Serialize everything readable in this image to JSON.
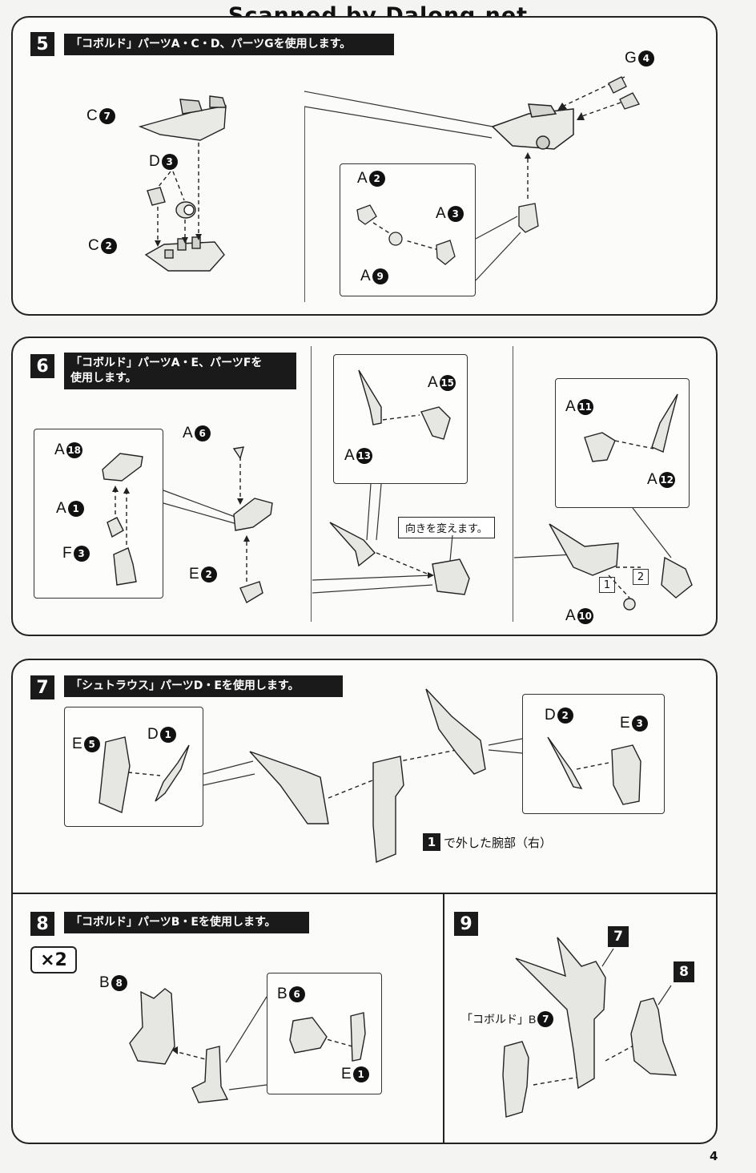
{
  "watermark": "Scanned by Dalong.net",
  "page_number": "4",
  "step5": {
    "number": "5",
    "instruction": "「コボルド」パーツA・C・D、パーツGを使用します。",
    "labels": {
      "c7": {
        "letter": "C",
        "num": "7"
      },
      "d3": {
        "letter": "D",
        "num": "3"
      },
      "c2": {
        "letter": "C",
        "num": "2"
      },
      "g4": {
        "letter": "G",
        "num": "4"
      },
      "a2": {
        "letter": "A",
        "num": "2"
      },
      "a3": {
        "letter": "A",
        "num": "3"
      },
      "a9": {
        "letter": "A",
        "num": "9"
      }
    }
  },
  "step6": {
    "number": "6",
    "instruction_line1": "「コボルド」パーツA・E、パーツFを",
    "instruction_line2": "使用します。",
    "note": "向きを変えます。",
    "box1": "1",
    "box2": "2",
    "labels": {
      "a18": {
        "letter": "A",
        "num": "18"
      },
      "a1": {
        "letter": "A",
        "num": "1"
      },
      "f3": {
        "letter": "F",
        "num": "3"
      },
      "a6": {
        "letter": "A",
        "num": "6"
      },
      "e2": {
        "letter": "E",
        "num": "2"
      },
      "a15": {
        "letter": "A",
        "num": "15"
      },
      "a13": {
        "letter": "A",
        "num": "13"
      },
      "a11": {
        "letter": "A",
        "num": "11"
      },
      "a12": {
        "letter": "A",
        "num": "12"
      },
      "a10": {
        "letter": "A",
        "num": "10"
      }
    }
  },
  "step7": {
    "number": "7",
    "instruction": "「シュトラウス」パーツD・Eを使用します。",
    "ref_num": "1",
    "ref_text": "で外した腕部（右）",
    "labels": {
      "e5": {
        "letter": "E",
        "num": "5"
      },
      "d1": {
        "letter": "D",
        "num": "1"
      },
      "d2": {
        "letter": "D",
        "num": "2"
      },
      "e3": {
        "letter": "E",
        "num": "3"
      }
    }
  },
  "step8": {
    "number": "8",
    "instruction": "「コボルド」パーツB・Eを使用します。",
    "quantity": "×2",
    "labels": {
      "b8": {
        "letter": "B",
        "num": "8"
      },
      "b6": {
        "letter": "B",
        "num": "6"
      },
      "e1": {
        "letter": "E",
        "num": "1"
      }
    }
  },
  "step9": {
    "number": "9",
    "ref7": "7",
    "ref8": "8",
    "kobold_label": {
      "letter": "「コボルド」B",
      "num": "7"
    }
  }
}
